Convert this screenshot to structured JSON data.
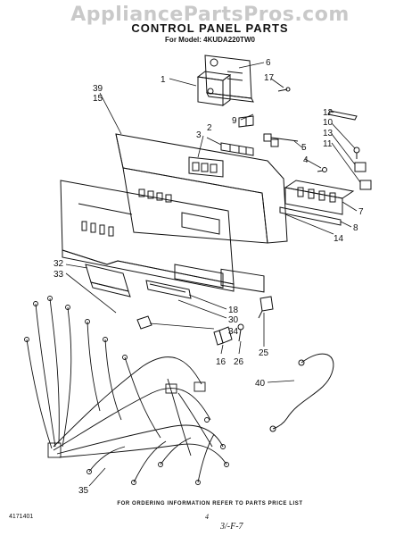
{
  "watermark": "AppliancePartsPros.com",
  "title": "CONTROL PANEL PARTS",
  "subtitle": "For Model: 4KUDA220TW0",
  "footer_note": "FOR ORDERING INFORMATION REFER TO PARTS PRICE LIST",
  "doc_number": "4171401",
  "page_number": "4",
  "handwritten_code": "3/-F-7",
  "callouts": [
    "6",
    "1",
    "17",
    "39",
    "15",
    "9",
    "12",
    "10",
    "13",
    "11",
    "3",
    "2",
    "5",
    "4",
    "7",
    "8",
    "14",
    "32",
    "33",
    "18",
    "30",
    "34",
    "16",
    "26",
    "25",
    "40",
    "35"
  ]
}
